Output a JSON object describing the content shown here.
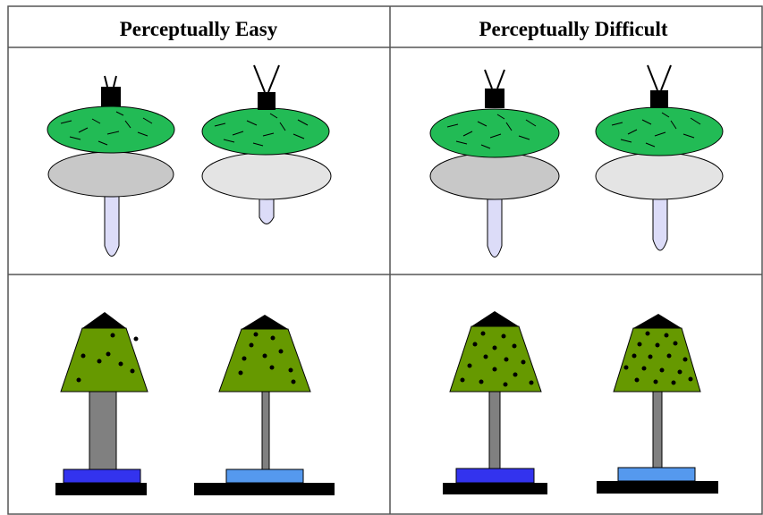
{
  "headers": {
    "left": "Perceptually Easy",
    "right": "Perceptually Difficult"
  },
  "colors": {
    "green_cap": "#22bb55",
    "lamp_shade_green": "#669900",
    "body_dark_gray": "#c8c8c8",
    "body_light_gray": "#e4e4e4",
    "stem_lavender": "#dcdcf8",
    "pole_gray": "#808080",
    "base_dark_blue": "#3333ee",
    "base_light_blue": "#5599ee",
    "base_black": "#000000",
    "grid_line": "#555555"
  },
  "panels": [
    {
      "id": "easy-creatures",
      "item_icons": [
        "creature-icon",
        "creature-icon"
      ]
    },
    {
      "id": "difficult-creatures",
      "item_icons": [
        "creature-icon",
        "creature-icon"
      ]
    },
    {
      "id": "easy-lamps",
      "item_icons": [
        "lamp-icon",
        "lamp-icon"
      ]
    },
    {
      "id": "difficult-lamps",
      "item_icons": [
        "lamp-icon",
        "lamp-icon"
      ]
    }
  ]
}
